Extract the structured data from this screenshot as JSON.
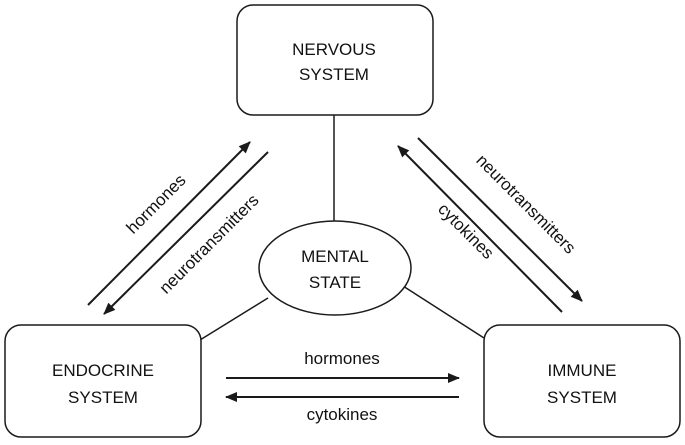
{
  "nodes": {
    "nervous": {
      "line1": "NERVOUS",
      "line2": "SYSTEM"
    },
    "endocrine": {
      "line1": "ENDOCRINE",
      "line2": "SYSTEM"
    },
    "immune": {
      "line1": "IMMUNE",
      "line2": "SYSTEM"
    },
    "mental": {
      "line1": "MENTAL",
      "line2": "STATE"
    }
  },
  "edges": {
    "endocrine_to_nervous": "hormones",
    "nervous_to_endocrine": "neurotransmitters",
    "nervous_to_immune": "neurotransmitters",
    "immune_to_nervous": "cytokines",
    "endocrine_to_immune": "hormones",
    "immune_to_endocrine": "cytokines"
  },
  "colors": {
    "stroke": "#1a1a1a",
    "text": "#111111",
    "background": "#ffffff"
  }
}
